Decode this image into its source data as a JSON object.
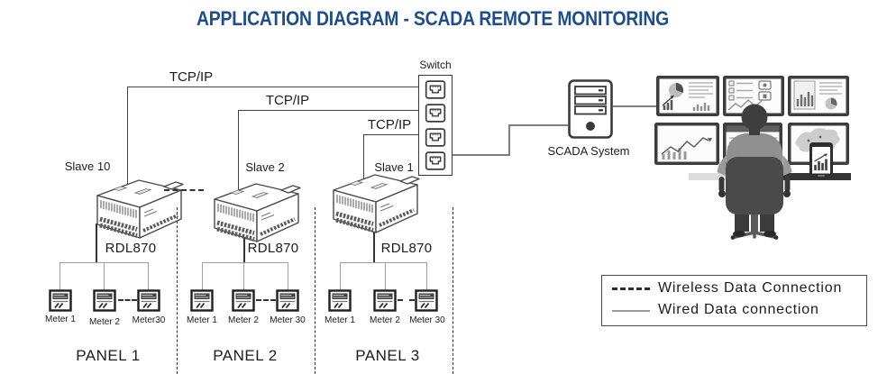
{
  "title": "APPLICATION DIAGRAM - SCADA REMOTE MONITORING",
  "network": {
    "switch_label": "Switch",
    "switch_port_count": 4,
    "tcpip_labels": [
      "TCP/IP",
      "TCP/IP",
      "TCP/IP"
    ],
    "scada_label": "SCADA System"
  },
  "slaves": [
    {
      "name": "Slave 10",
      "model": "RDL870"
    },
    {
      "name": "Slave 2",
      "model": "RDL870"
    },
    {
      "name": "Slave 1",
      "model": "RDL870"
    }
  ],
  "panels": [
    {
      "name": "PANEL 1",
      "meters": [
        "Meter 1",
        "Meter 2",
        "Meter30"
      ]
    },
    {
      "name": "PANEL 2",
      "meters": [
        "Meter 1",
        "Meter 2",
        "Meter 30"
      ]
    },
    {
      "name": "PANEL 3",
      "meters": [
        "Meter 1",
        "Meter 2",
        "Meter 30"
      ]
    }
  ],
  "legend": {
    "wireless_label": "Wireless Data Connection",
    "wired_label": "Wired Data connection"
  },
  "colors": {
    "title_blue": "#1d4d8d",
    "line_dark": "#424242",
    "line_gray": "#9e9e9e"
  }
}
